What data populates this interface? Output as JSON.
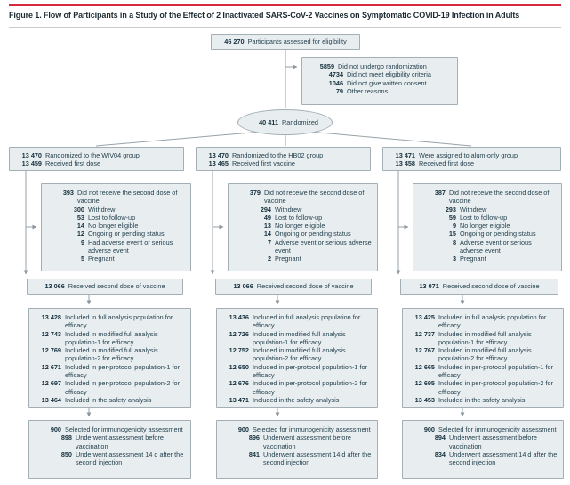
{
  "figure": {
    "title": "Figure 1. Flow of Participants in a Study of the Effect of 2 Inactivated SARS-CoV-2 Vaccines on Symptomatic COVID-19 Infection in Adults"
  },
  "colors": {
    "accent_red": "#d52b3f",
    "box_fill": "#e8edf0",
    "box_border": "#a3aeb5",
    "text": "#25424e",
    "number_text": "#132f3c",
    "connector_line": "#97a1a8"
  },
  "flow": {
    "eligibility": {
      "rows": [
        {
          "n": "46 270",
          "t": "Participants assessed for eligibility",
          "i": 0
        }
      ]
    },
    "exclusions": {
      "rows": [
        {
          "n": "5859",
          "t": "Did not undergo randomization",
          "i": 0
        },
        {
          "n": "4734",
          "t": "Did not meet eligibility criteria",
          "i": 1
        },
        {
          "n": "1046",
          "t": "Did not give written consent",
          "i": 1
        },
        {
          "n": "79",
          "t": "Other reasons",
          "i": 1
        }
      ]
    },
    "randomized": {
      "rows": [
        {
          "n": "40 411",
          "t": "Randomized",
          "i": 0
        }
      ]
    },
    "columns": [
      {
        "id": "wiv04",
        "arm": {
          "rows": [
            {
              "n": "13 470",
              "t": "Randomized to the WIV04 group",
              "i": 0
            },
            {
              "n": "13 459",
              "t": "Received first dose",
              "i": 0
            }
          ]
        },
        "no_second_dose": {
          "rows": [
            {
              "n": "393",
              "t": "Did not receive the second dose of vaccine",
              "i": 0
            },
            {
              "n": "300",
              "t": "Withdrew",
              "i": 1
            },
            {
              "n": "53",
              "t": "Lost to follow-up",
              "i": 1
            },
            {
              "n": "14",
              "t": "No longer eligible",
              "i": 1
            },
            {
              "n": "12",
              "t": "Ongoing or pending status",
              "i": 1
            },
            {
              "n": "9",
              "t": "Had adverse event or serious adverse event",
              "i": 1
            },
            {
              "n": "5",
              "t": "Pregnant",
              "i": 1
            }
          ]
        },
        "second_dose": {
          "rows": [
            {
              "n": "13 066",
              "t": "Received second dose of vaccine",
              "i": 0
            }
          ]
        },
        "analysis": {
          "rows": [
            {
              "n": "13 428",
              "t": "Included in full analysis population for efficacy",
              "i": 0
            },
            {
              "n": "12 743",
              "t": "Included in modified full analysis population-1 for efficacy",
              "i": 0
            },
            {
              "n": "12 769",
              "t": "Included in modified full analysis population-2 for efficacy",
              "i": 0
            },
            {
              "n": "12 671",
              "t": "Included in per-protocol population-1 for efficacy",
              "i": 0
            },
            {
              "n": "12 697",
              "t": "Included in per-protocol population-2 for efficacy",
              "i": 0
            },
            {
              "n": "13 464",
              "t": "Included in the safety analysis",
              "i": 0
            }
          ]
        },
        "immunogenicity": {
          "rows": [
            {
              "n": "900",
              "t": "Selected for immunogenicity assessment",
              "i": 0
            },
            {
              "n": "898",
              "t": "Underwent assessment before vaccination",
              "i": 1
            },
            {
              "n": "850",
              "t": "Underwent assessment 14 d after the second injection",
              "i": 1
            }
          ]
        }
      },
      {
        "id": "hb02",
        "arm": {
          "rows": [
            {
              "n": "13 470",
              "t": "Randomized to the HB02 group",
              "i": 0
            },
            {
              "n": "13 465",
              "t": "Received first vaccine",
              "i": 0
            }
          ]
        },
        "no_second_dose": {
          "rows": [
            {
              "n": "379",
              "t": "Did not receive the second dose of vaccine",
              "i": 0
            },
            {
              "n": "294",
              "t": "Withdrew",
              "i": 1
            },
            {
              "n": "49",
              "t": "Lost to follow-up",
              "i": 1
            },
            {
              "n": "13",
              "t": "No longer eligible",
              "i": 1
            },
            {
              "n": "14",
              "t": "Ongoing or pending status",
              "i": 1
            },
            {
              "n": "7",
              "t": "Adverse event or serious adverse event",
              "i": 1
            },
            {
              "n": "2",
              "t": "Pregnant",
              "i": 1
            }
          ]
        },
        "second_dose": {
          "rows": [
            {
              "n": "13 066",
              "t": "Received second dose of vaccine",
              "i": 0
            }
          ]
        },
        "analysis": {
          "rows": [
            {
              "n": "13 436",
              "t": "Included in full analysis population for efficacy",
              "i": 0
            },
            {
              "n": "12 726",
              "t": "Included in modified full analysis population-1 for efficacy",
              "i": 0
            },
            {
              "n": "12 752",
              "t": "Included in modified full analysis population-2 for efficacy",
              "i": 0
            },
            {
              "n": "12 650",
              "t": "Included in per-protocol population-1 for efficacy",
              "i": 0
            },
            {
              "n": "12 676",
              "t": "Included in per-protocol population-2 for efficacy",
              "i": 0
            },
            {
              "n": "13 471",
              "t": "Included in the safety analysis",
              "i": 0
            }
          ]
        },
        "immunogenicity": {
          "rows": [
            {
              "n": "900",
              "t": "Selected for immunogenicity assessment",
              "i": 0
            },
            {
              "n": "896",
              "t": "Underwent assessment before vaccination",
              "i": 1
            },
            {
              "n": "841",
              "t": "Underwent assessment 14 d after the second injection",
              "i": 1
            }
          ]
        }
      },
      {
        "id": "alum-only",
        "arm": {
          "rows": [
            {
              "n": "13 471",
              "t": "Were assigned to alum-only group",
              "i": 0
            },
            {
              "n": "13 458",
              "t": "Received first dose",
              "i": 0
            }
          ]
        },
        "no_second_dose": {
          "rows": [
            {
              "n": "387",
              "t": "Did not receive the second dose of vaccine",
              "i": 0
            },
            {
              "n": "293",
              "t": "Withdrew",
              "i": 1
            },
            {
              "n": "59",
              "t": "Lost to follow-up",
              "i": 1
            },
            {
              "n": "9",
              "t": "No longer eligible",
              "i": 1
            },
            {
              "n": "15",
              "t": "Ongoing or pending status",
              "i": 1
            },
            {
              "n": "8",
              "t": "Adverse event or serious adverse event",
              "i": 1
            },
            {
              "n": "3",
              "t": "Pregnant",
              "i": 1
            }
          ]
        },
        "second_dose": {
          "rows": [
            {
              "n": "13 071",
              "t": "Received second dose of vaccine",
              "i": 0
            }
          ]
        },
        "analysis": {
          "rows": [
            {
              "n": "13 425",
              "t": "Included in full analysis population for efficacy",
              "i": 0
            },
            {
              "n": "12 737",
              "t": "Included in modified full analysis population-1 for efficacy",
              "i": 0
            },
            {
              "n": "12 767",
              "t": "Included in modified full analysis population-2 for efficacy",
              "i": 0
            },
            {
              "n": "12 665",
              "t": "Included in per-protocol population-1 for efficacy",
              "i": 0
            },
            {
              "n": "12 695",
              "t": "Included in per-protocol population-2 for efficacy",
              "i": 0
            },
            {
              "n": "13 453",
              "t": "Included in the safety analysis",
              "i": 0
            }
          ]
        },
        "immunogenicity": {
          "rows": [
            {
              "n": "900",
              "t": "Selected for immunogenicity assessment",
              "i": 0
            },
            {
              "n": "894",
              "t": "Underwent assessment before vaccination",
              "i": 1
            },
            {
              "n": "834",
              "t": "Underwent assessment 14 d after the second injection",
              "i": 1
            }
          ]
        }
      }
    ]
  }
}
